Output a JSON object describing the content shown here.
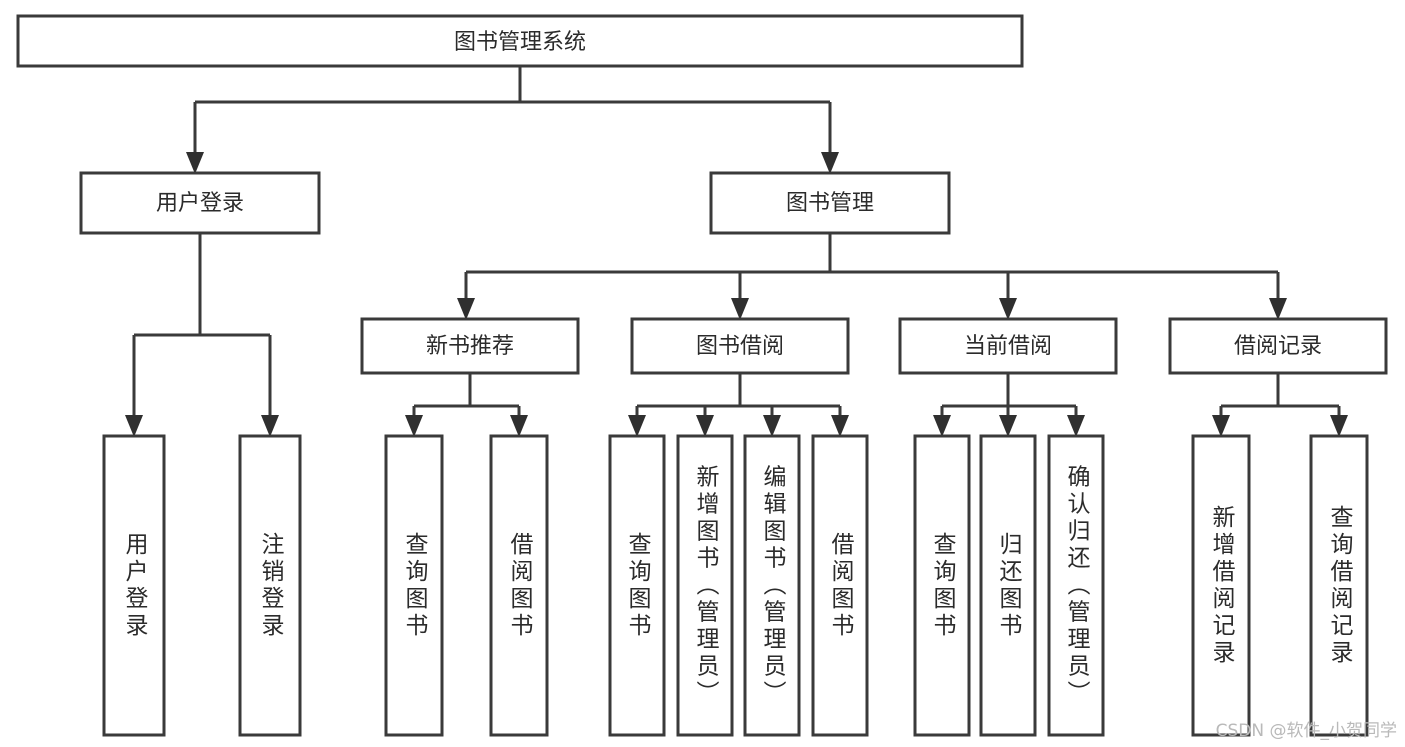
{
  "diagram": {
    "type": "hierarchy-tree",
    "root": {
      "label": "图书管理系统"
    },
    "level2": [
      {
        "label": "用户登录"
      },
      {
        "label": "图书管理"
      }
    ],
    "level3": [
      {
        "label": "新书推荐"
      },
      {
        "label": "图书借阅"
      },
      {
        "label": "当前借阅"
      },
      {
        "label": "借阅记录"
      }
    ],
    "leaves": {
      "user_login": [
        {
          "label": "用户登录"
        },
        {
          "label": "注销登录"
        }
      ],
      "new_book_recommend": [
        {
          "label": "查询图书"
        },
        {
          "label": "借阅图书"
        }
      ],
      "book_borrow": [
        {
          "label": "查询图书"
        },
        {
          "label": "新增图书（管理员）"
        },
        {
          "label": "编辑图书（管理员）"
        },
        {
          "label": "借阅图书"
        }
      ],
      "current_borrow": [
        {
          "label": "查询图书"
        },
        {
          "label": "归还图书"
        },
        {
          "label": "确认归还（管理员）"
        }
      ],
      "borrow_record": [
        {
          "label": "新增借阅记录"
        },
        {
          "label": "查询借阅记录"
        }
      ]
    }
  },
  "watermark": {
    "text": "CSDN @软件_小贺同学"
  },
  "colors": {
    "box_stroke": "#3a3a3a",
    "connector": "#3a3a3a",
    "text": "#2b2b2b",
    "background": "#ffffff",
    "watermark": "#b9b9b9"
  }
}
